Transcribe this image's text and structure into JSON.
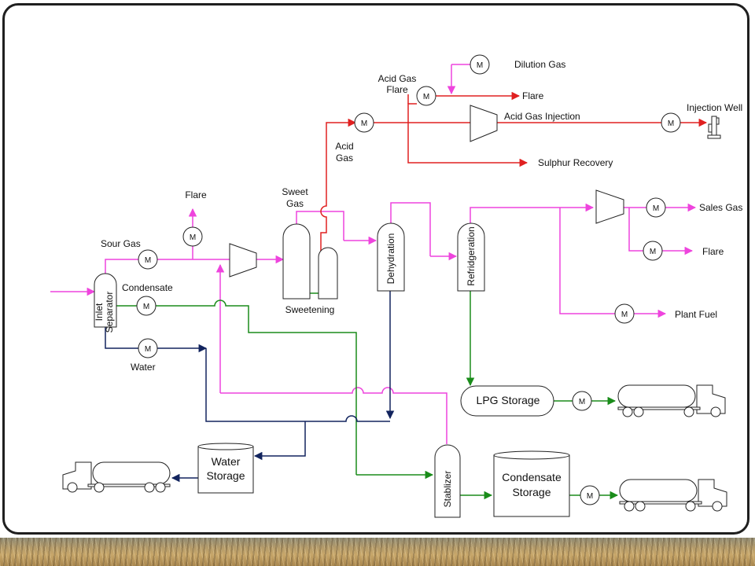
{
  "labels": {
    "dilution_gas": "Dilution Gas",
    "acid_gas_flare_1": "Acid Gas",
    "acid_gas_flare_2": "Flare",
    "flare_top": "Flare",
    "acid_gas_injection": "Acid Gas Injection",
    "injection_well": "Injection Well",
    "acid_gas_1": "Acid",
    "acid_gas_2": "Gas",
    "sulphur_recovery": "Sulphur Recovery",
    "sweet_gas_1": "Sweet",
    "sweet_gas_2": "Gas",
    "sales_gas": "Sales Gas",
    "flare_left": "Flare",
    "flare_right": "Flare",
    "sour_gas": "Sour Gas",
    "condensate": "Condensate",
    "water": "Water",
    "sweetening": "Sweetening",
    "dehydration": "Dehydration",
    "refridgeration": "Refridgeration",
    "inlet_separator_1": "Inlet",
    "inlet_separator_2": "Separator",
    "plant_fuel": "Plant Fuel",
    "lpg_storage": "LPG Storage",
    "water_storage_1": "Water",
    "water_storage_2": "Storage",
    "stablizer": "Stablizer",
    "condensate_storage_1": "Condensate",
    "condensate_storage_2": "Storage"
  },
  "meter_label": "M",
  "colors": {
    "sour_gas_line": "#ee44dd",
    "acid_gas_line": "#e02020",
    "liquid_line": "#1a8c1a",
    "water_line": "#12245e"
  }
}
